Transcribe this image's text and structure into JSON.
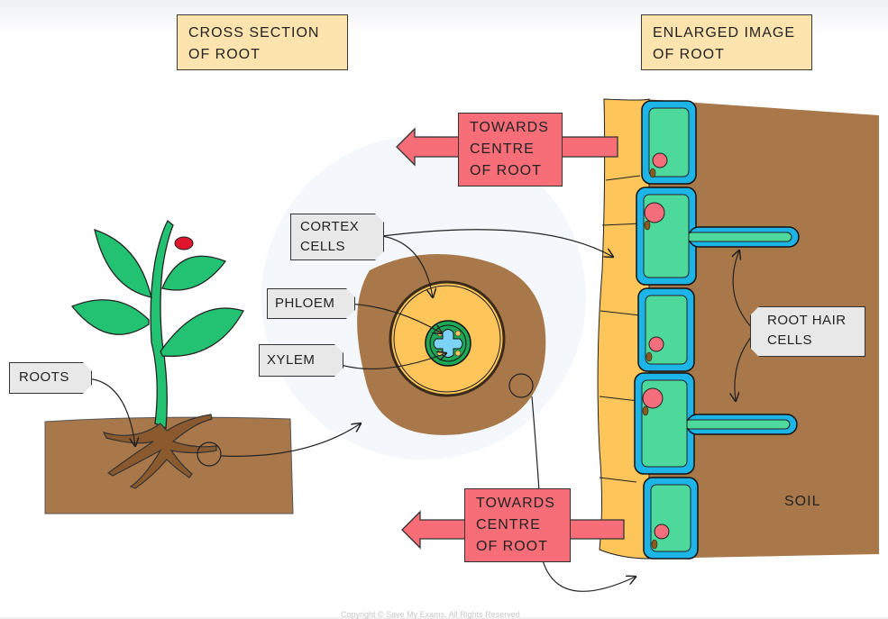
{
  "titles": {
    "cross_section": "CROSS  SECTION\nOF ROOT",
    "enlarged": "ENLARGED  IMAGE\nOF  ROOT"
  },
  "labels": {
    "roots": "ROOTS",
    "cortex": "CORTEX\nCELLS",
    "phloem": "PHLOEM",
    "xylem": "XYLEM",
    "root_hair": "ROOT  HAIR\nCELLS",
    "soil": "SOIL"
  },
  "arrows": {
    "top": "TOWARDS\nCENTRE\nOF  ROOT",
    "bottom": "TOWARDS\nCENTRE\nOF  ROOT"
  },
  "copyright": "Copyright © Save My Exams. All Rights Reserved",
  "colors": {
    "soil": "#a8784a",
    "cortex": "#fdc55a",
    "leaf": "#22c272",
    "cell_wall": "#1db4e8",
    "cytoplasm": "#4ed99c",
    "nucleus": "#f56e7c",
    "arrow": "#f86e78",
    "title_bg": "#fde3ad",
    "tag_bg": "#e8e8e8",
    "xylem": "#7dd3f5",
    "stele": "#1fa857",
    "bud": "#e0142c"
  }
}
